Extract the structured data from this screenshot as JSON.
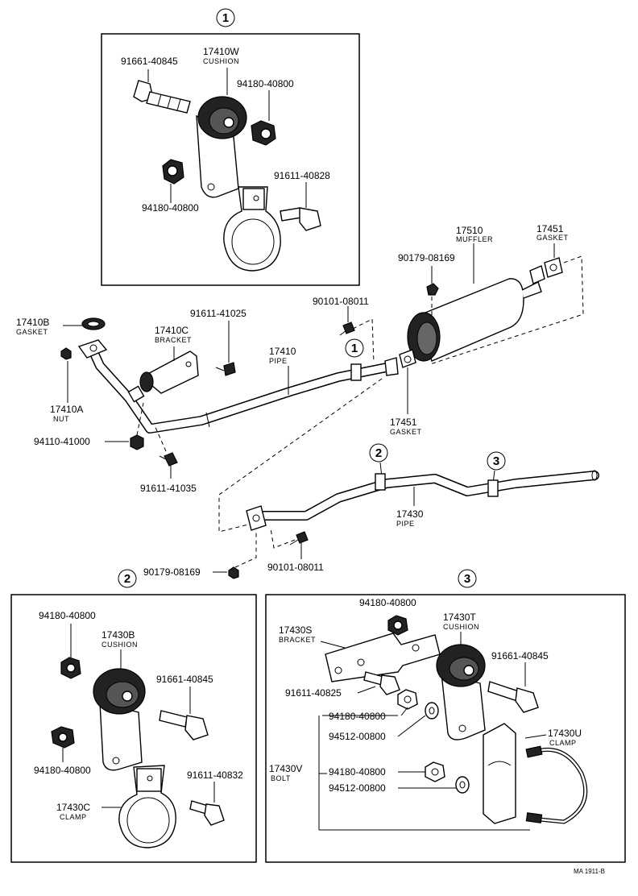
{
  "callouts": {
    "c1": "1",
    "c2": "2",
    "c3": "3",
    "c1b": "1",
    "c2b": "2",
    "c3b": "3"
  },
  "panel1": {
    "bolt": "91661-40845",
    "cushion_num": "17410W",
    "cushion_name": "CUSHION",
    "nut_right": "94180-40800",
    "bolt2": "91611-40828",
    "nut_left": "94180-40800"
  },
  "main": {
    "muffler_num": "17510",
    "muffler_name": "MUFFLER",
    "gasket_top_num": "17451",
    "gasket_top_name": "GASKET",
    "nut_muffler": "90179-08169",
    "bolt_muffler": "90101-08011",
    "gasket_left_num": "17410B",
    "gasket_left_name": "GASKET",
    "bracket_num": "17410C",
    "bracket_name": "BRACKET",
    "bolt_bracket": "91611-41025",
    "pipe_num": "17410",
    "pipe_name": "PIPE",
    "gasket_mid_num": "17451",
    "gasket_mid_name": "GASKET",
    "nut_num": "17410A",
    "nut_name": "NUT",
    "nut2": "94110-41000",
    "bolt_lower": "91611-41035",
    "pipe2_num": "17430",
    "pipe2_name": "PIPE",
    "nut_bottom": "90179-08169",
    "bolt_bottom": "90101-08011"
  },
  "panel2": {
    "nut_top": "94180-40800",
    "cushion_num": "17430B",
    "cushion_name": "CUSHION",
    "bolt": "91661-40845",
    "nut_bottom": "94180-40800",
    "bolt2": "91611-40832",
    "clamp_num": "17430C",
    "clamp_name": "CLAMP"
  },
  "panel3": {
    "nut_top": "94180-40800",
    "cushion_num": "17430T",
    "cushion_name": "CUSHION",
    "bracket_num": "17430S",
    "bracket_name": "BRACKET",
    "bolt_right": "91661-40845",
    "bolt_bracket": "91611-40825",
    "nut_a": "94180-40800",
    "washer_a": "94512-00800",
    "clamp_num": "17430U",
    "clamp_name": "CLAMP",
    "bolt_num": "17430V",
    "bolt_name": "BOLT",
    "nut_b": "94180-40800",
    "washer_b": "94512-00800"
  },
  "footer_ref": "MA 1911-B"
}
